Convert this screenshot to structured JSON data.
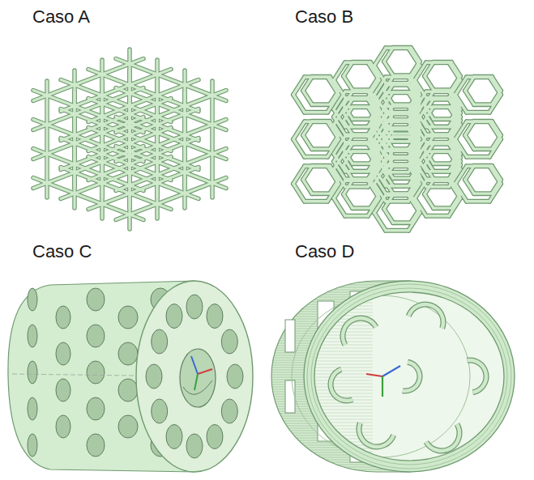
{
  "diagram": {
    "labels": [
      "Caso A",
      "Caso B",
      "Caso C",
      "Caso D"
    ]
  }
}
